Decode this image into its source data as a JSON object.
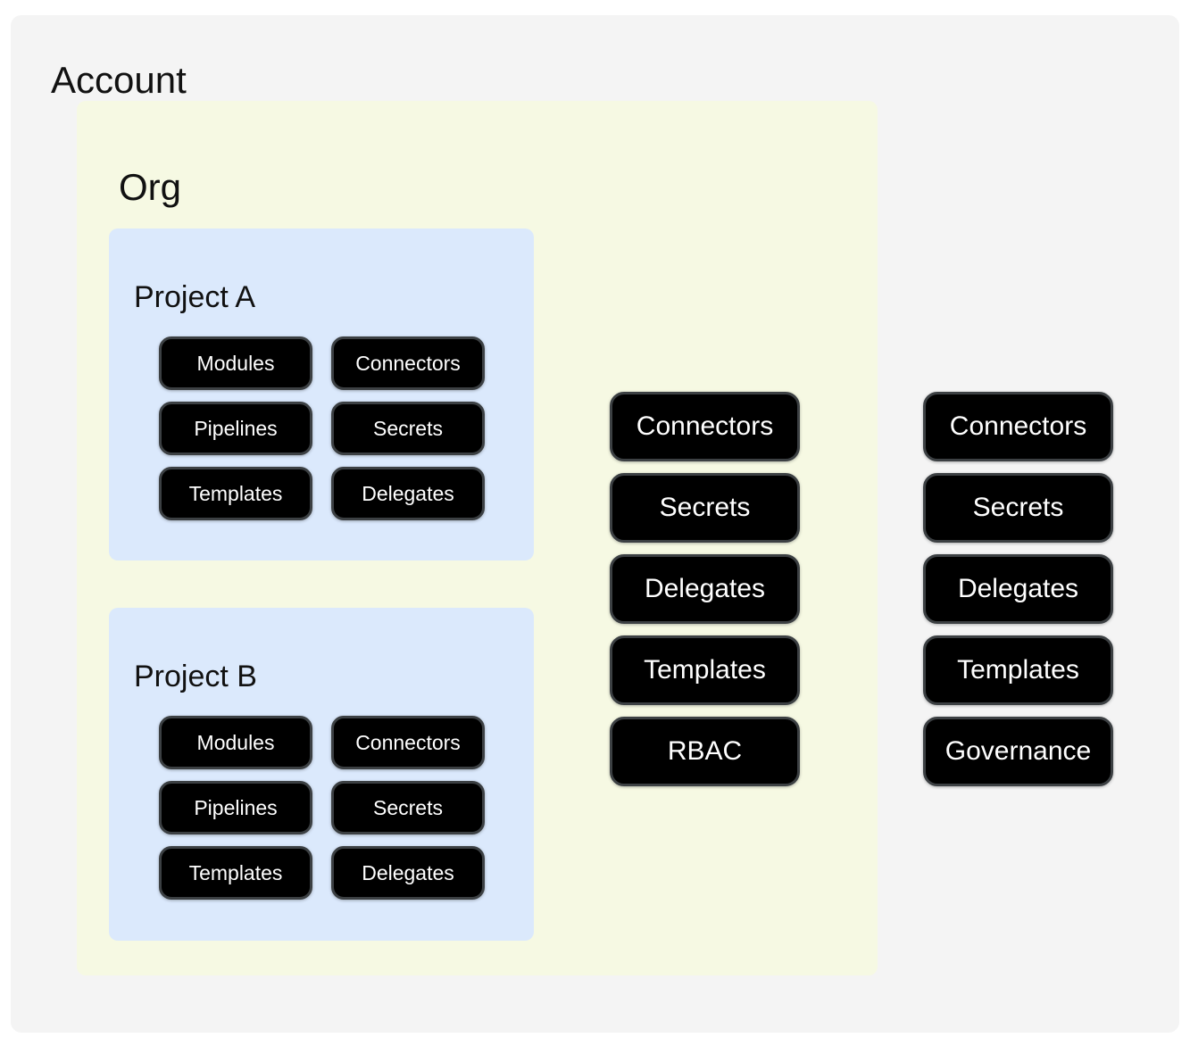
{
  "colors": {
    "page_bg": "#ffffff",
    "account_bg": "#f4f4f4",
    "org_bg": "#f6f9e3",
    "project_bg": "#dbe9fc",
    "pill_bg": "#000000",
    "pill_border": "#3c4043",
    "pill_text": "#ffffff",
    "title_text": "#111111"
  },
  "account": {
    "title": "Account",
    "items": [
      "Connectors",
      "Secrets",
      "Delegates",
      "Templates",
      "Governance"
    ]
  },
  "org": {
    "title": "Org",
    "items": [
      "Connectors",
      "Secrets",
      "Delegates",
      "Templates",
      "RBAC"
    ]
  },
  "projects": [
    {
      "title": "Project A",
      "items": [
        "Modules",
        "Connectors",
        "Pipelines",
        "Secrets",
        "Templates",
        "Delegates"
      ]
    },
    {
      "title": "Project B",
      "items": [
        "Modules",
        "Connectors",
        "Pipelines",
        "Secrets",
        "Templates",
        "Delegates"
      ]
    }
  ]
}
